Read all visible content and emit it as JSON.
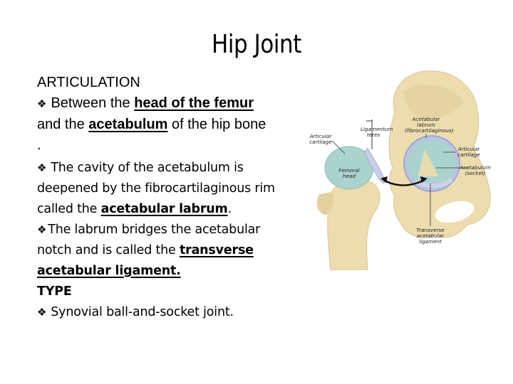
{
  "slide": {
    "title": "Hip Joint",
    "sections": {
      "articulation_heading": "ARTICULATION",
      "bullet1": {
        "pre": "Between the ",
        "u1": "head of the femur ",
        "mid": "and the ",
        "u2": "acetabulum",
        "post": " of the hip bone ."
      },
      "bullet2": {
        "pre": "The cavity of the acetabulum is deepened by the fibrocartilaginous rim called the ",
        "term": "acetabular labrum",
        "post": "."
      },
      "bullet3": {
        "pre": "The labrum bridges the acetabular notch and is called the ",
        "term": "transverse acetabular ligament."
      },
      "type_heading": "TYPE",
      "bullet4": "Synovial ball-and-socket joint."
    },
    "bullet_icon": "diamond-quad-bullet-icon",
    "bullet_glyph": "❖"
  },
  "figure": {
    "labels": {
      "ligamentum_teres_1": "Ligamentum",
      "ligamentum_teres_2": "teres",
      "articular_cartilage_left_1": "Articular",
      "articular_cartilage_left_2": "cartilage",
      "femoral_head_1": "Femoral",
      "femoral_head_2": "head",
      "acetabular_labrum_1": "Acetabular",
      "acetabular_labrum_2": "labrum",
      "acetabular_labrum_3": "(fibrocartilaginous)",
      "articular_cartilage_right_1": "Articular",
      "articular_cartilage_right_2": "cartilage",
      "acetabulum_1": "Acetabulum",
      "acetabulum_2": "(socket)",
      "transverse_lig_1": "Transverse",
      "transverse_lig_2": "acetabular",
      "transverse_lig_3": "ligament"
    },
    "colors": {
      "bone": "#ecdcae",
      "bone_shadow": "#d6c28c",
      "cartilage": "#a9d3cc",
      "labrum": "#b8c4e0"
    }
  }
}
